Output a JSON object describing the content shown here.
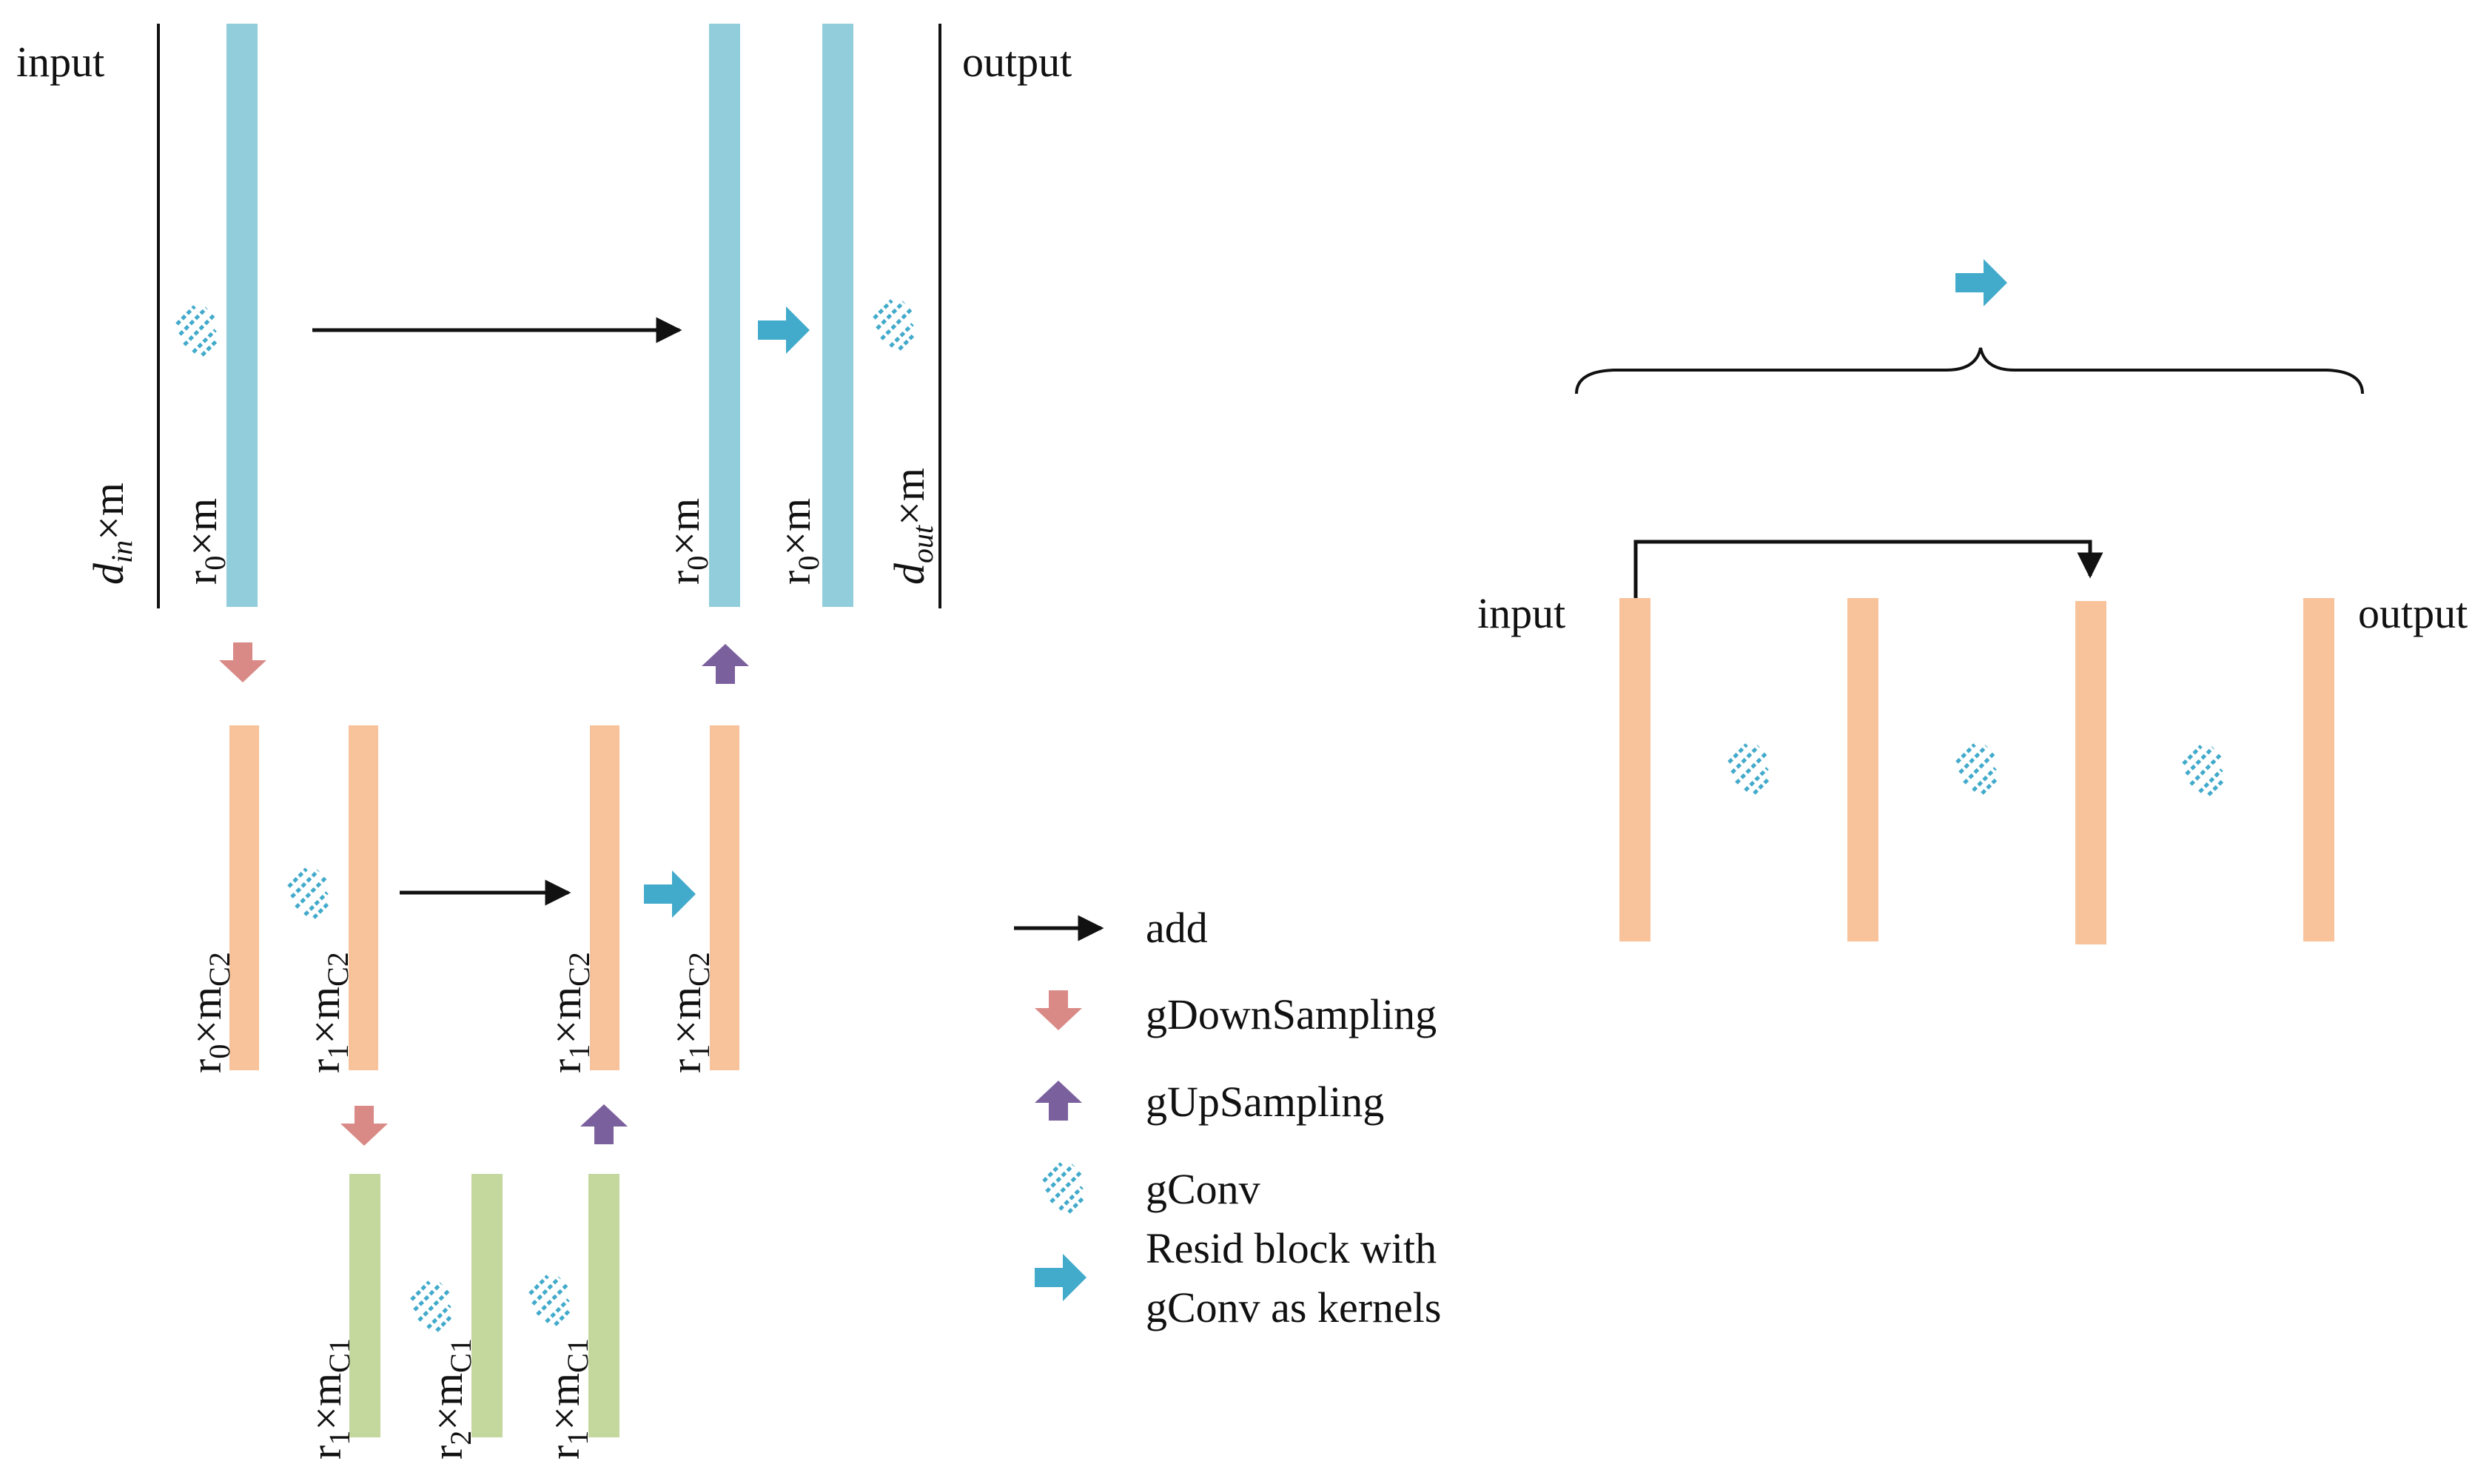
{
  "colors": {
    "level0": "#92cddb",
    "level1": "#f8c39b",
    "level2": "#c4d89e",
    "down_arrow": "#d98a86",
    "up_arrow": "#7b609e",
    "resid_arrow": "#42aacb",
    "gconv_icon": "#42aacb"
  },
  "left": {
    "input_label": "input",
    "output_label": "output",
    "dims": {
      "din": {
        "main": "d",
        "sub": "in",
        "tail": "×m"
      },
      "l0_in": {
        "main": "r",
        "sub": "0",
        "tail": "×m"
      },
      "l0_a": {
        "main": "r",
        "sub": "0",
        "tail": "×m"
      },
      "l0_b": {
        "main": "r",
        "sub": "0",
        "tail": "×m"
      },
      "dout": {
        "main": "d",
        "sub": "out",
        "tail": "×m"
      },
      "l1_1": {
        "main": "r",
        "sub": "0",
        "tail": "×m",
        "sub2": "C2"
      },
      "l1_2": {
        "main": "r",
        "sub": "1",
        "tail": "×m",
        "sub2": "C2"
      },
      "l1_3": {
        "main": "r",
        "sub": "1",
        "tail": "×m",
        "sub2": "C2"
      },
      "l1_4": {
        "main": "r",
        "sub": "1",
        "tail": "×m",
        "sub2": "C2"
      },
      "l2_1": {
        "main": "r",
        "sub": "1",
        "tail": "×m",
        "sub2": "C1"
      },
      "l2_2": {
        "main": "r",
        "sub": "2",
        "tail": "×m",
        "sub2": "C1"
      },
      "l2_3": {
        "main": "r",
        "sub": "1",
        "tail": "×m",
        "sub2": "C1"
      }
    }
  },
  "legend": {
    "add": "add",
    "down": "gDownSampling",
    "up": "gUpSampling",
    "gconv": "gConv",
    "resid_line1": "Resid block with",
    "resid_line2": "gConv as kernels"
  },
  "right": {
    "input_label": "input",
    "output_label": "output"
  }
}
